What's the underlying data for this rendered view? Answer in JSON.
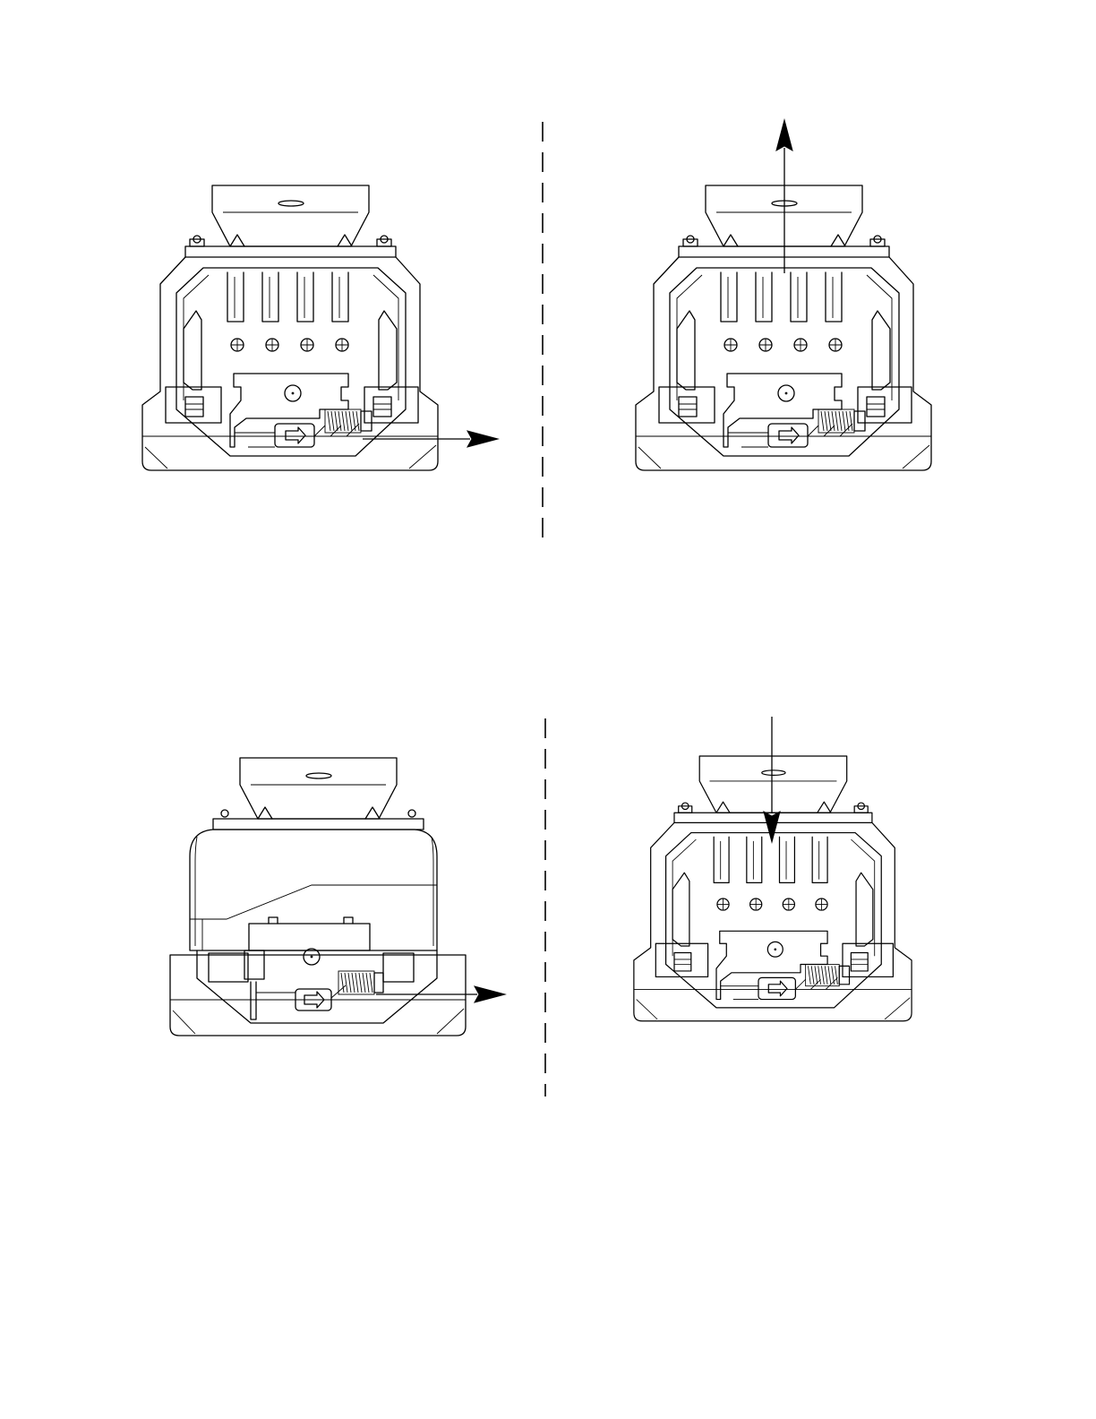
{
  "figure": {
    "panels": [
      {
        "id": "top-left",
        "view": "open",
        "arrow": "right"
      },
      {
        "id": "top-right",
        "view": "open",
        "arrow": "up"
      },
      {
        "id": "bottom-left",
        "view": "covered",
        "arrow": "right"
      },
      {
        "id": "bottom-right",
        "view": "open",
        "arrow": "down"
      }
    ],
    "line_color": "#000000",
    "background": "#ffffff"
  }
}
